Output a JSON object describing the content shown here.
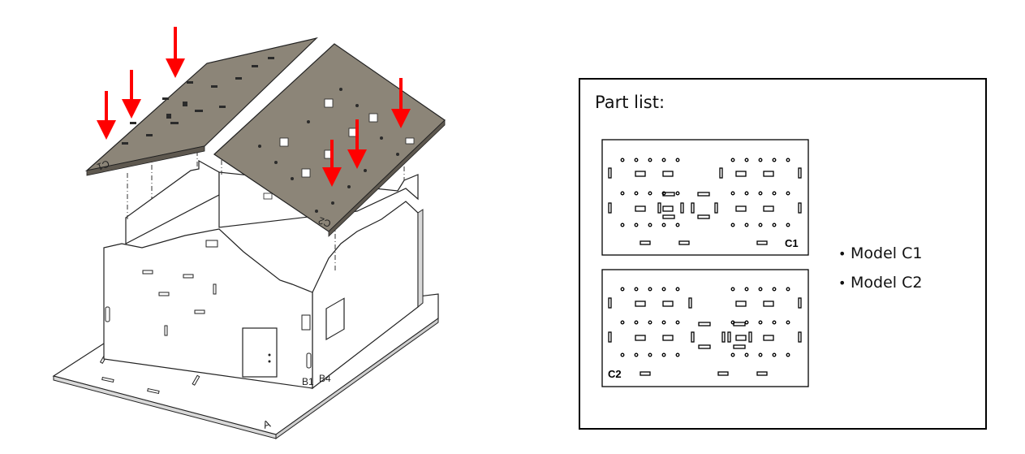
{
  "assembly": {
    "labels": {
      "roof_left": "C1",
      "roof_right": "C2",
      "front_wall": "B1",
      "side_wall": "B4",
      "base": "A"
    },
    "colors": {
      "arrow": "#ff0000",
      "roof_fill": "#8c8578",
      "outline": "#222222"
    }
  },
  "part_list": {
    "title": "Part list:",
    "panels": [
      {
        "label": "C1"
      },
      {
        "label": "C2"
      }
    ],
    "models": [
      {
        "bullet": "•",
        "label": "Model C1"
      },
      {
        "bullet": "•",
        "label": "Model C2"
      }
    ]
  }
}
